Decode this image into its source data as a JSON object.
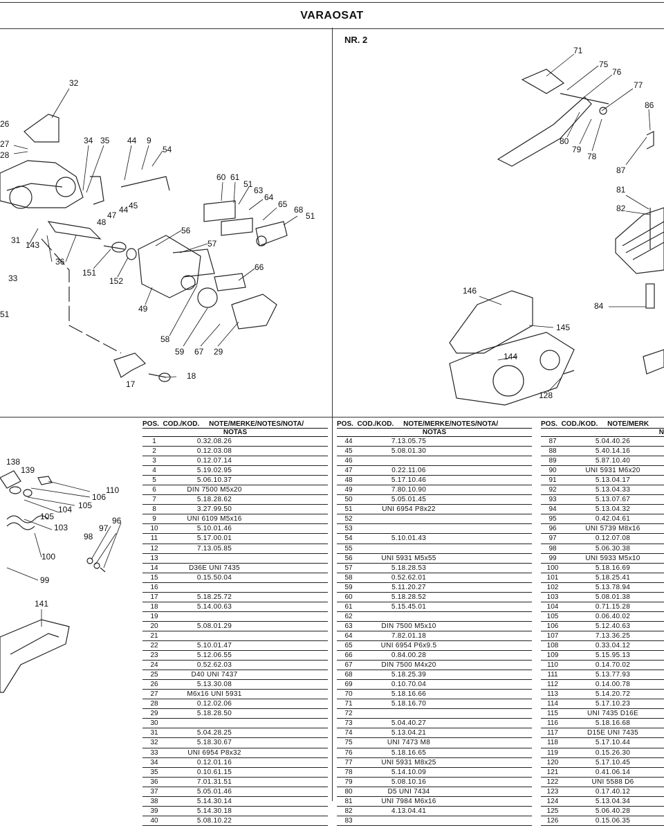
{
  "header": {
    "title": "VARAOSAT"
  },
  "panel_right": {
    "label": "NR. 2"
  },
  "diagram_labels": {
    "left": [
      "32",
      "26",
      "27",
      "28",
      "34",
      "35",
      "44",
      "9",
      "54",
      "60",
      "61",
      "51",
      "63",
      "64",
      "65",
      "68",
      "51",
      "47",
      "44",
      "45",
      "48",
      "56",
      "57",
      "31",
      "143",
      "36",
      "151",
      "152",
      "66",
      "33",
      "51",
      "49",
      "58",
      "59",
      "67",
      "29",
      "17",
      "18"
    ],
    "right": [
      "71",
      "75",
      "76",
      "77",
      "86",
      "80",
      "79",
      "78",
      "87",
      "81",
      "82",
      "84",
      "146",
      "145",
      "144",
      "128"
    ],
    "bottom": [
      "138",
      "139",
      "110",
      "106",
      "104",
      "105",
      "105",
      "103",
      "96",
      "97",
      "98",
      "100",
      "99",
      "141"
    ]
  },
  "table_header": {
    "line1": "POS.  COD./KOD.     NOTE/MERKE/NOTES/NOTA/",
    "line2": "NOTAS"
  },
  "table_header_3": {
    "line1": "POS.  COD./KOD.     NOTE/MERK",
    "line2": "N"
  },
  "table1": [
    [
      "1",
      "0.32.08.26"
    ],
    [
      "2",
      "0.12.03.08"
    ],
    [
      "3",
      "0.12.07.14"
    ],
    [
      "4",
      "5.19.02.95"
    ],
    [
      "5",
      "5.06.10.37"
    ],
    [
      "6",
      "DIN 7500 M5x20"
    ],
    [
      "7",
      "5.18.28.62"
    ],
    [
      "8",
      "3.27.99.50"
    ],
    [
      "9",
      "UNI 6109 M5x16"
    ],
    [
      "10",
      "5.10.01.46"
    ],
    [
      "11",
      "5.17.00.01"
    ],
    [
      "12",
      "7.13.05.85"
    ],
    [
      "13",
      ""
    ],
    [
      "14",
      "D36E UNI 7435"
    ],
    [
      "15",
      "0.15.50.04"
    ],
    [
      "16",
      ""
    ],
    [
      "17",
      "5.18.25.72"
    ],
    [
      "18",
      "5.14.00.63"
    ],
    [
      "19",
      ""
    ],
    [
      "20",
      "5.08.01.29"
    ],
    [
      "21",
      ""
    ],
    [
      "22",
      "5.10.01.47"
    ],
    [
      "23",
      "5.12.06.55"
    ],
    [
      "24",
      "0.52.62.03"
    ],
    [
      "25",
      "D40 UNI 7437"
    ],
    [
      "26",
      "5.13.30.08"
    ],
    [
      "27",
      "M6x16 UNI 5931"
    ],
    [
      "28",
      "0.12.02.06"
    ],
    [
      "29",
      "5.18.28.50"
    ],
    [
      "30",
      ""
    ],
    [
      "31",
      "5.04.28.25"
    ],
    [
      "32",
      "5.18.30.67"
    ],
    [
      "33",
      "UNI 6954 P8x32"
    ],
    [
      "34",
      "0.12.01.16"
    ],
    [
      "35",
      "0.10.61.15"
    ],
    [
      "36",
      "7.01.31.51"
    ],
    [
      "37",
      "5.05.01.46"
    ],
    [
      "38",
      "5.14.30.14"
    ],
    [
      "39",
      "5.14.30.18"
    ],
    [
      "40",
      "5.08.10.22"
    ]
  ],
  "table2": [
    [
      "44",
      "7.13.05.75"
    ],
    [
      "45",
      "5.08.01.30"
    ],
    [
      "46",
      ""
    ],
    [
      "47",
      "0.22.11.06"
    ],
    [
      "48",
      "5.17.10.46"
    ],
    [
      "49",
      "7.80.10.90"
    ],
    [
      "50",
      "5.05.01.45"
    ],
    [
      "51",
      "UNI 6954 P8x22"
    ],
    [
      "52",
      ""
    ],
    [
      "53",
      ""
    ],
    [
      "54",
      "5.10.01.43"
    ],
    [
      "55",
      ""
    ],
    [
      "56",
      "UNI 5931 M5x55"
    ],
    [
      "57",
      "5.18.28.53"
    ],
    [
      "58",
      "0.52.62.01"
    ],
    [
      "59",
      "5.11.20.27"
    ],
    [
      "60",
      "5.18.28.52"
    ],
    [
      "61",
      "5.15.45.01"
    ],
    [
      "62",
      ""
    ],
    [
      "63",
      "DIN 7500 M5x10"
    ],
    [
      "64",
      "7.82.01.18"
    ],
    [
      "65",
      "UNI 6954 P6x9.5"
    ],
    [
      "66",
      "0.84.00.28"
    ],
    [
      "67",
      "DIN 7500 M4x20"
    ],
    [
      "68",
      "5.18.25.39"
    ],
    [
      "69",
      "0.10.70.04"
    ],
    [
      "70",
      "5.18.16.66"
    ],
    [
      "71",
      "5.18.16.70"
    ],
    [
      "72",
      ""
    ],
    [
      "73",
      "5.04.40.27"
    ],
    [
      "74",
      "5.13.04.21"
    ],
    [
      "75",
      "UNI 7473 M8"
    ],
    [
      "76",
      "5.18.16.65"
    ],
    [
      "77",
      "UNI 5931 M8x25"
    ],
    [
      "78",
      "5.14.10.09"
    ],
    [
      "79",
      "5.08.10.16"
    ],
    [
      "80",
      "D5 UNI 7434"
    ],
    [
      "81",
      "UNI 7984 M6x16"
    ],
    [
      "82",
      "4.13.04.41"
    ],
    [
      "83",
      ""
    ]
  ],
  "table3": [
    [
      "87",
      "5.04.40.26"
    ],
    [
      "88",
      "5.40.14.16"
    ],
    [
      "89",
      "5.87.10.40"
    ],
    [
      "90",
      "UNI 5931 M6x20"
    ],
    [
      "91",
      "5.13.04.17"
    ],
    [
      "92",
      "5.13.04.33"
    ],
    [
      "93",
      "5.13.07.67"
    ],
    [
      "94",
      "5.13.04.32"
    ],
    [
      "95",
      "0.42.04.61"
    ],
    [
      "96",
      "UNI 5739 M8x16"
    ],
    [
      "97",
      "0.12.07.08"
    ],
    [
      "98",
      "5.06.30.38"
    ],
    [
      "99",
      "UNI 5933 M5x10"
    ],
    [
      "100",
      "5.18.16.69"
    ],
    [
      "101",
      "5.18.25.41"
    ],
    [
      "102",
      "5.13.78.94"
    ],
    [
      "103",
      "5.08.01.38"
    ],
    [
      "104",
      "0.71.15.28"
    ],
    [
      "105",
      "0.06.40.02"
    ],
    [
      "106",
      "5.12.40.63"
    ],
    [
      "107",
      "7.13.36.25"
    ],
    [
      "108",
      "0.33.04.12"
    ],
    [
      "109",
      "5.15.95.13"
    ],
    [
      "110",
      "0.14.70.02"
    ],
    [
      "111",
      "5.13.77.93"
    ],
    [
      "112",
      "0.14.00.78"
    ],
    [
      "113",
      "5.14.20.72"
    ],
    [
      "114",
      "5.17.10.23"
    ],
    [
      "115",
      "UNI 7435 D16E"
    ],
    [
      "116",
      "5.18.16.68"
    ],
    [
      "117",
      "D15E UNI 7435"
    ],
    [
      "118",
      "5.17.10.44"
    ],
    [
      "119",
      "0.15.26.30"
    ],
    [
      "120",
      "5.17.10.45"
    ],
    [
      "121",
      "0.41.06.14"
    ],
    [
      "122",
      "UNI 5588 D6"
    ],
    [
      "123",
      "0.17.40.12"
    ],
    [
      "124",
      "5.13.04.34"
    ],
    [
      "125",
      "5.06.40.28"
    ],
    [
      "126",
      "0.15.06.35"
    ]
  ]
}
